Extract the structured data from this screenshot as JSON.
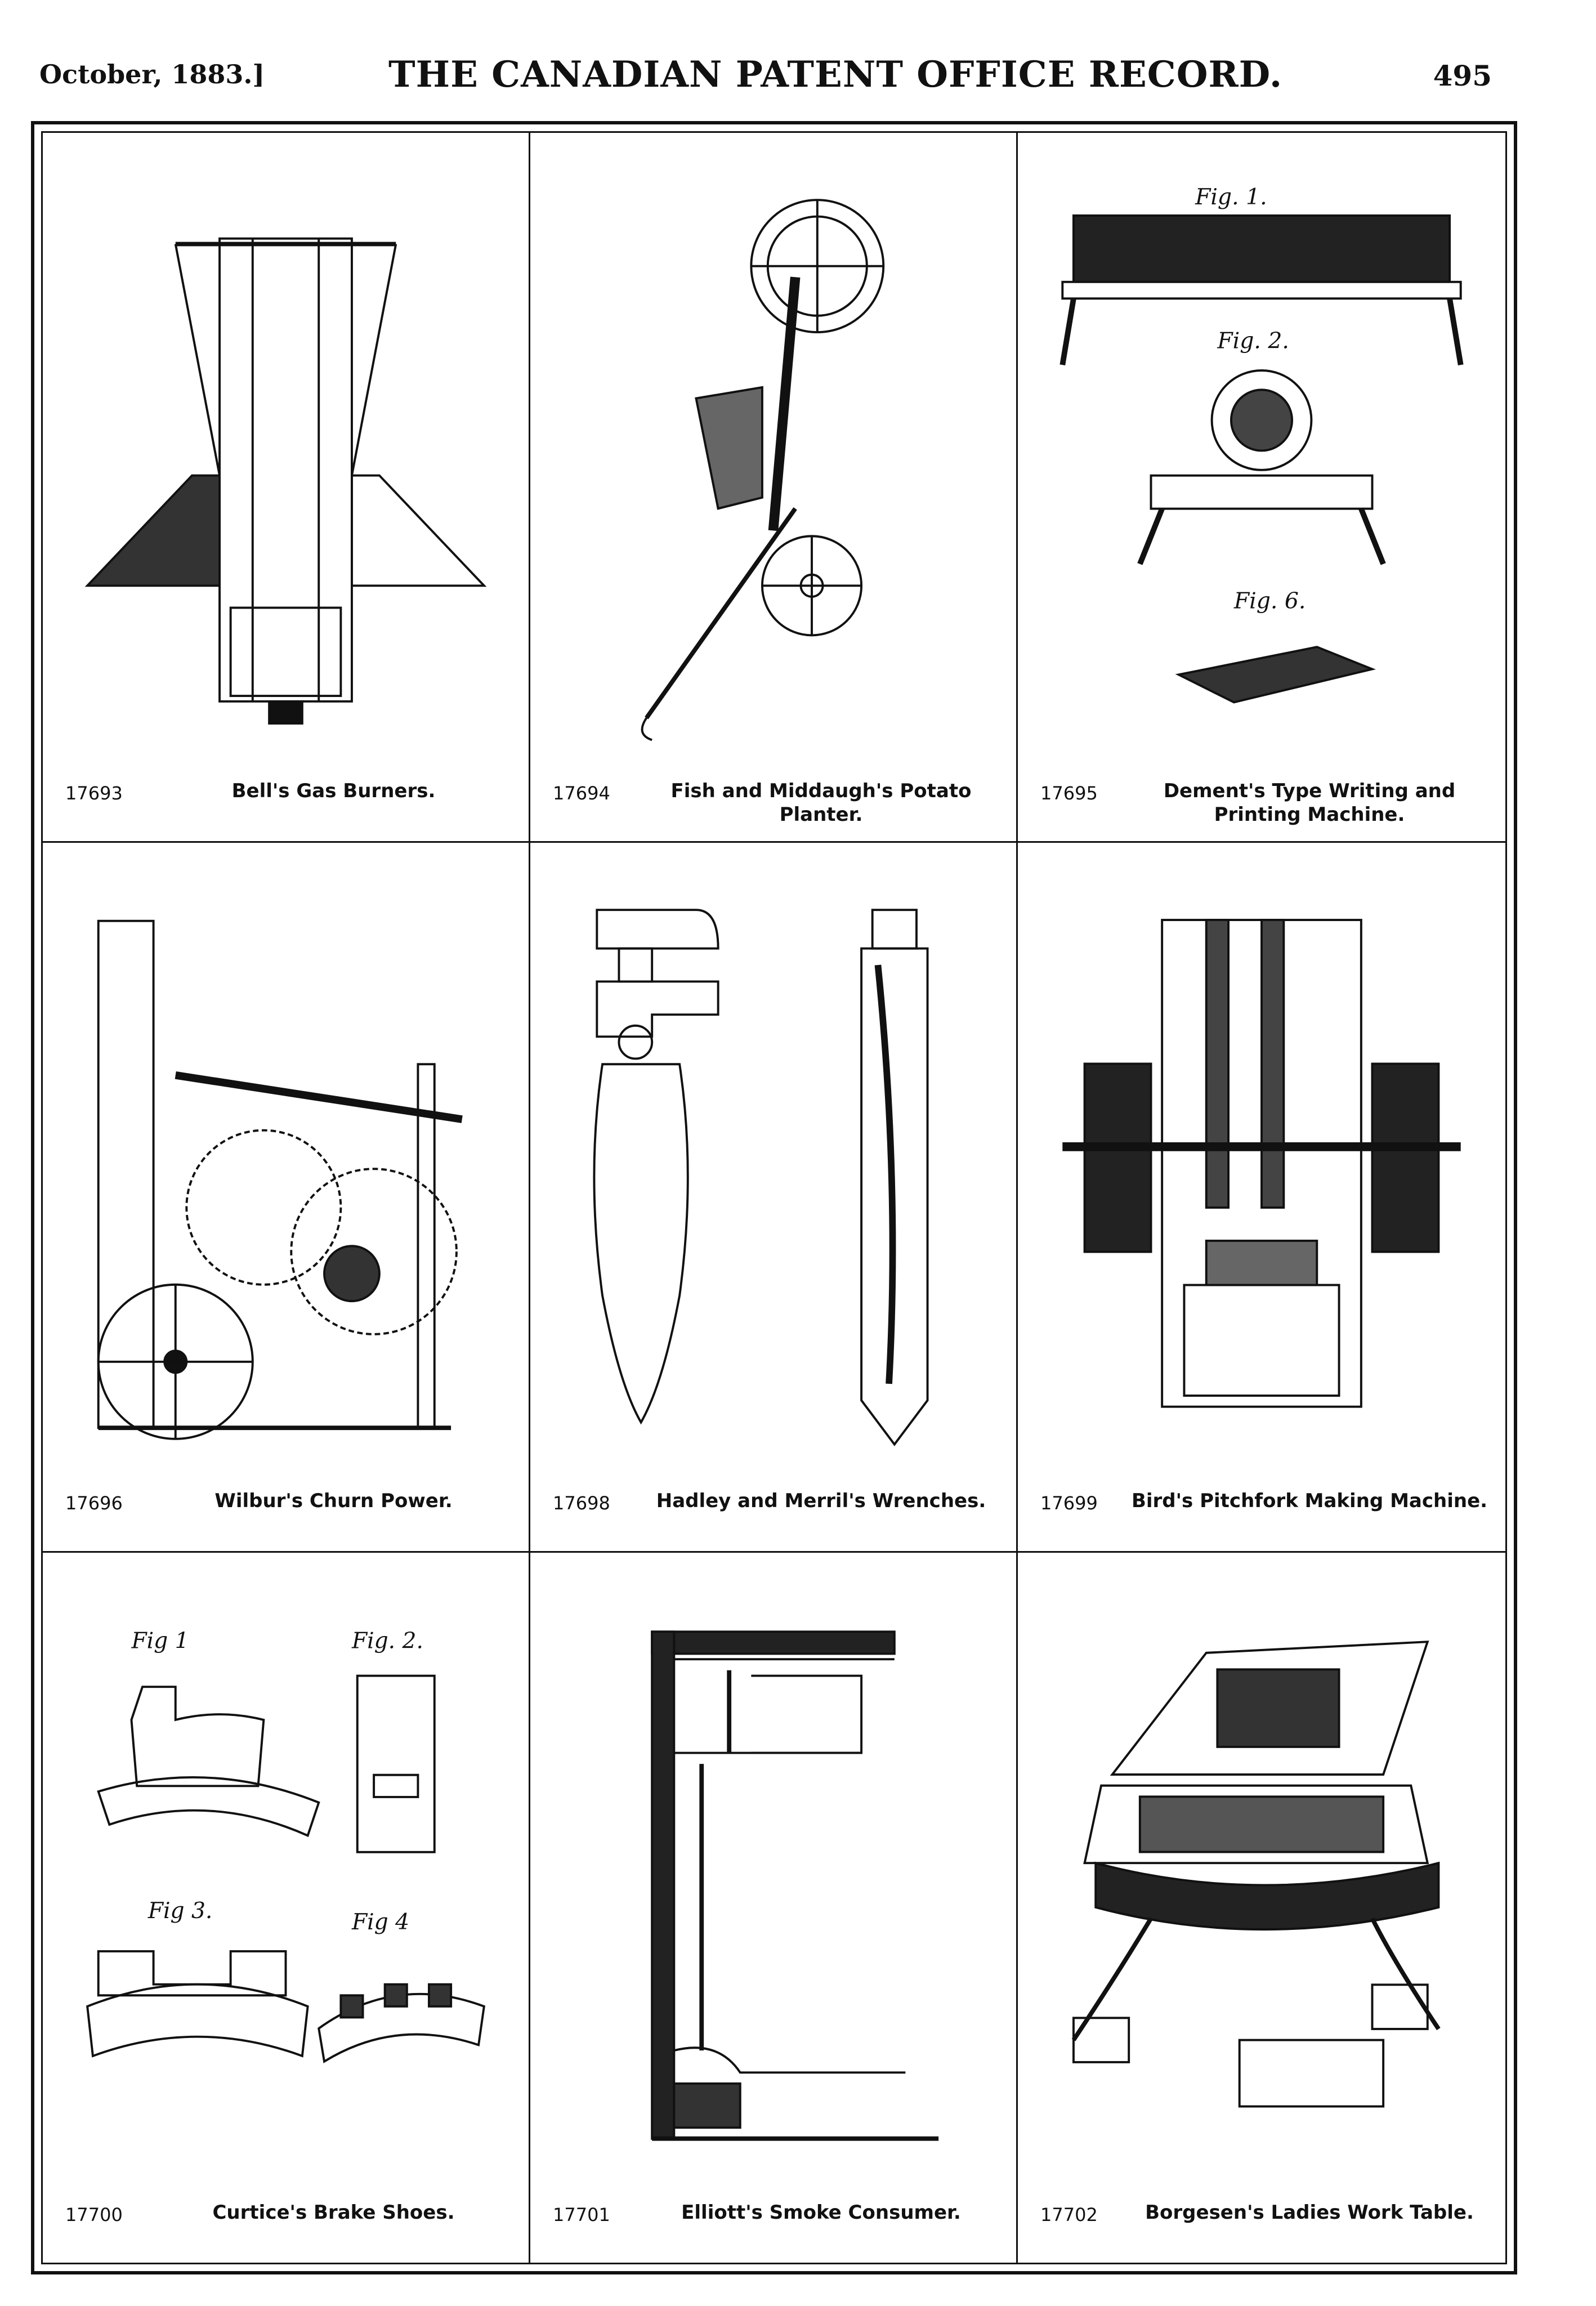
{
  "header": {
    "date": "October, 1883.]",
    "title": "THE CANADIAN PATENT OFFICE RECORD.",
    "page_number": "495"
  },
  "patents": [
    {
      "number": "17693",
      "title": "Bell's Gas Burners.",
      "figure_labels": []
    },
    {
      "number": "17694",
      "title": "Fish and Middaugh's Potato Planter.",
      "figure_labels": []
    },
    {
      "number": "17695",
      "title": "Dement's Type Writing and Printing Machine.",
      "figure_labels": [
        "Fig. 1.",
        "Fig. 2.",
        "Fig. 6."
      ]
    },
    {
      "number": "17696",
      "title": "Wilbur's Churn Power.",
      "figure_labels": []
    },
    {
      "number": "17698",
      "title": "Hadley and Merril's Wrenches.",
      "figure_labels": []
    },
    {
      "number": "17699",
      "title": "Bird's Pitchfork Making Machine.",
      "figure_labels": []
    },
    {
      "number": "17700",
      "title": "Curtice's Brake Shoes.",
      "figure_labels": [
        "Fig 1",
        "Fig. 2.",
        "Fig 3.",
        "Fig 4"
      ]
    },
    {
      "number": "17701",
      "title": "Elliott's Smoke Consumer.",
      "figure_labels": []
    },
    {
      "number": "17702",
      "title": "Borgesen's Ladies Work Table.",
      "figure_labels": []
    }
  ]
}
